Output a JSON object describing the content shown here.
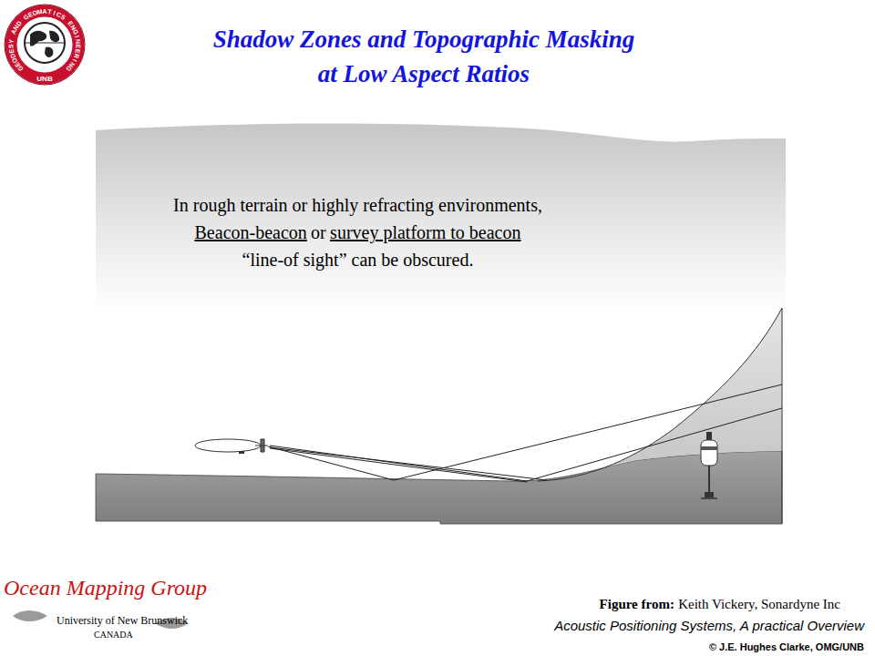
{
  "diagram": {
    "title": "Shadow Zones and Topographic Masking at Low Aspect Ratios",
    "labels": [
      "GEODESY AND GEOMATICS ENGINEERING",
      "UNB",
      "In rough terrain or highly refracting environments,",
      "Beacon-beacon",
      "or",
      "survey platform to beacon",
      "“line-of sight” can be obscured.",
      "Ocean Mapping Group",
      "University of New Brunswick",
      "CANADA",
      "Figure from:",
      "Keith Vickery, Sonardyne Inc",
      "Acoustic Positioning Systems, A practical Overview",
      "© J.E. Hughes Clarke, OMG/UNB"
    ]
  }
}
